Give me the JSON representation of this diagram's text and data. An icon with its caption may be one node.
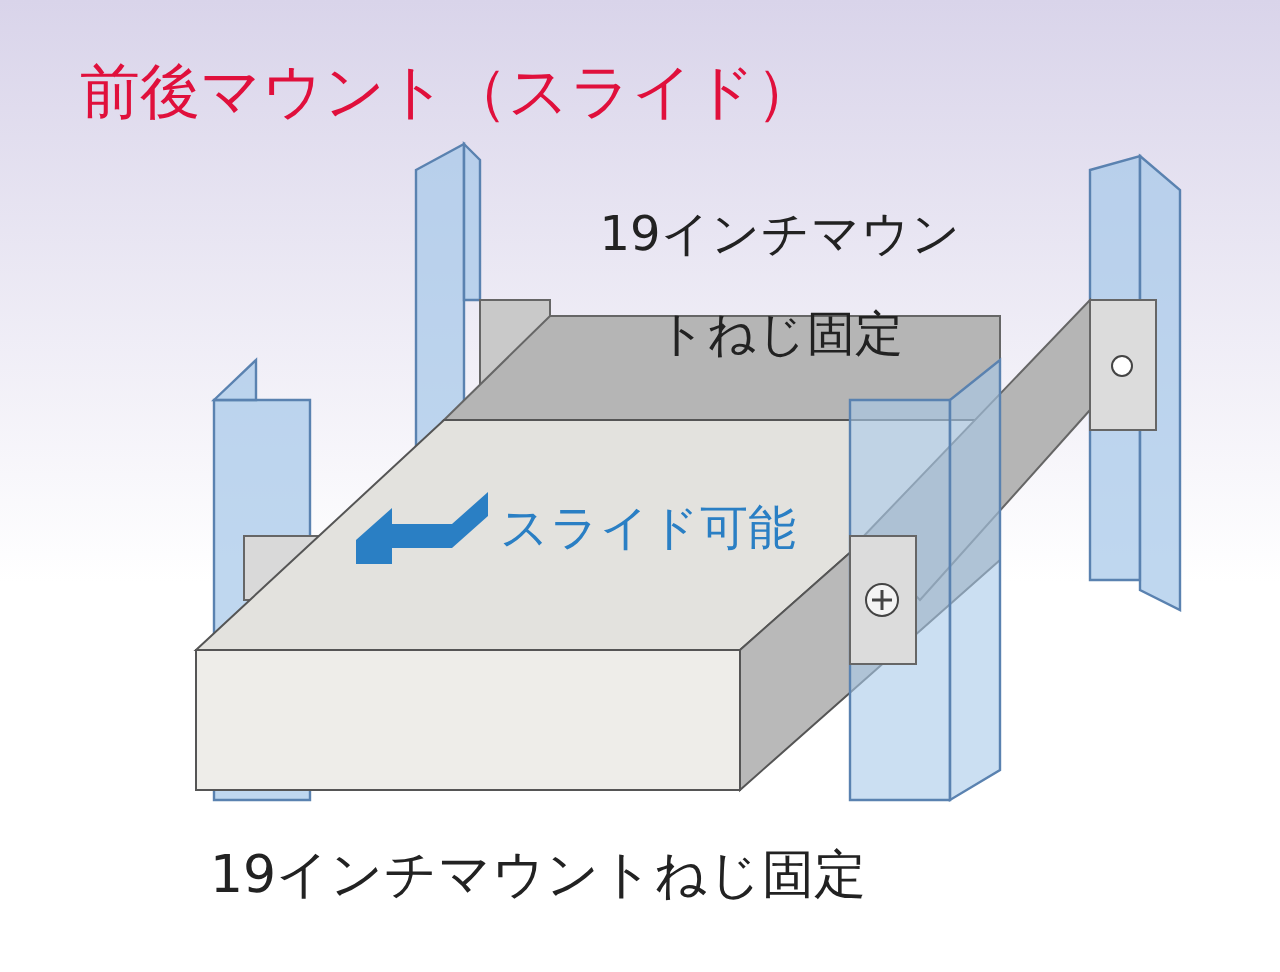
{
  "diagram": {
    "title": "前後マウント（スライド）",
    "labels": [
      "19インチマウントねじ固定",
      "スライド可能",
      "19インチマウントねじ固定"
    ]
  }
}
